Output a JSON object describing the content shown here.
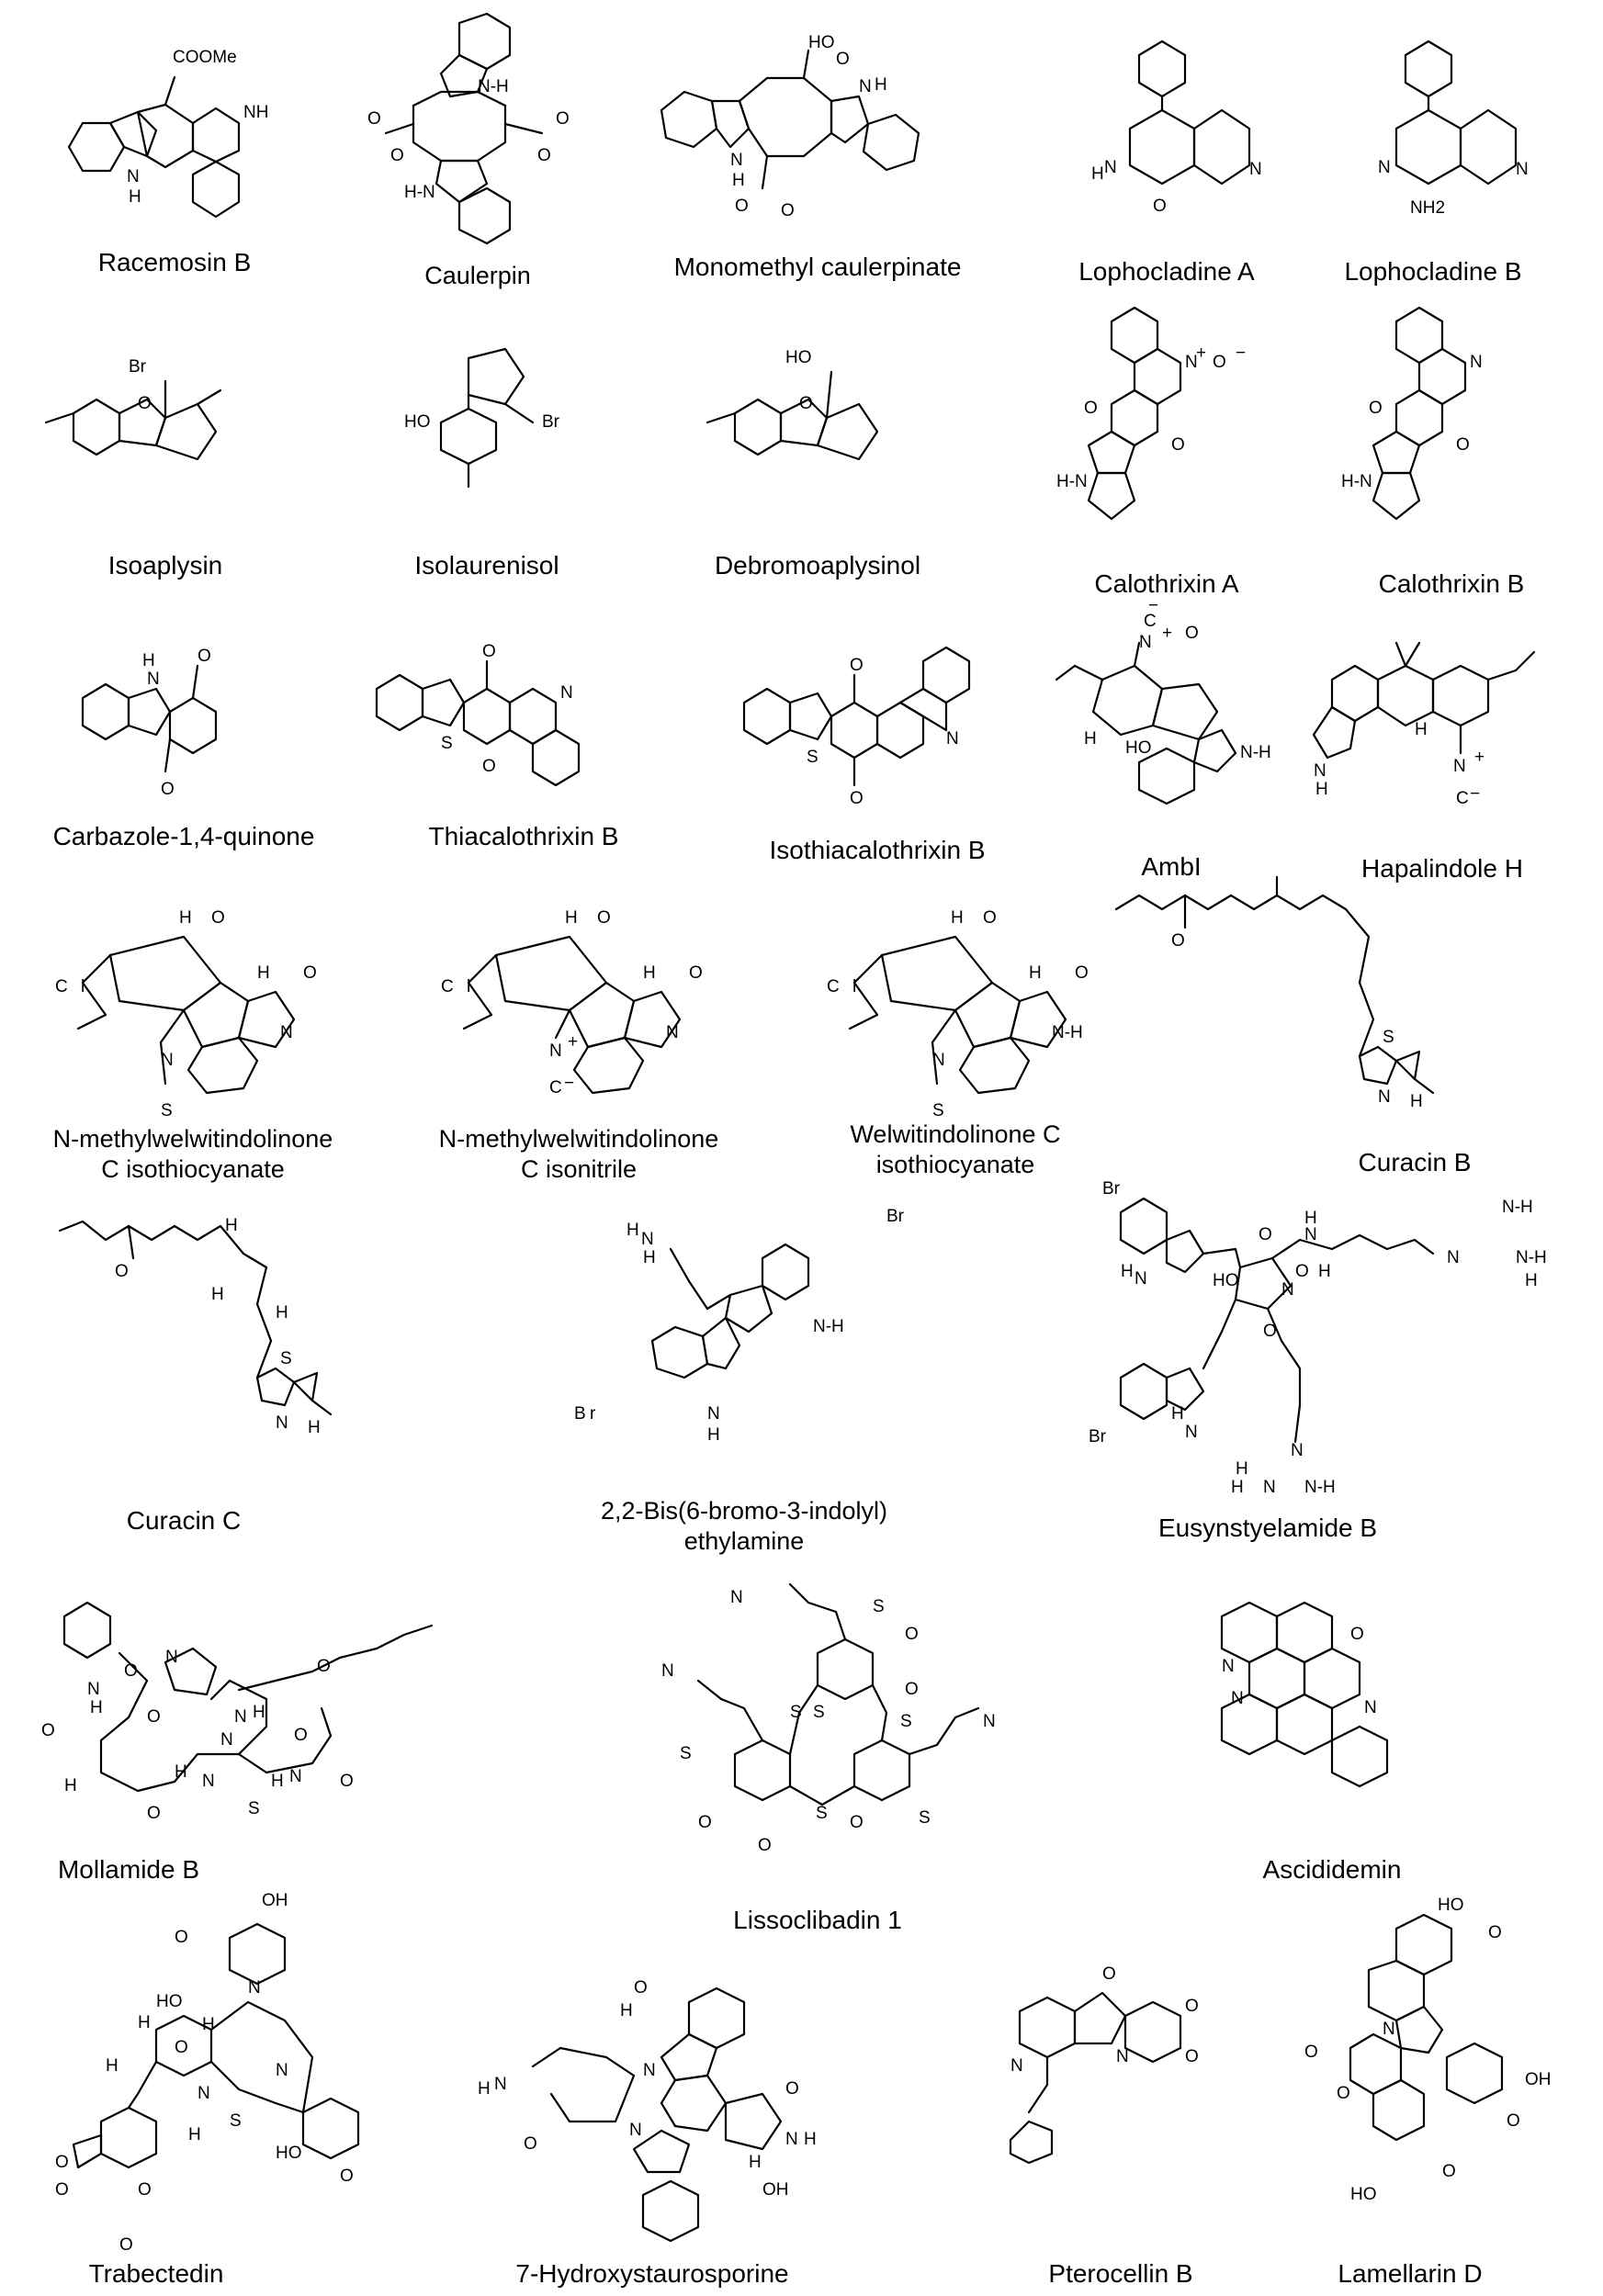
{
  "figure": {
    "compounds": [
      {
        "id": "racemosin-b",
        "name": "Racemosin B",
        "atoms": [
          "COOMe",
          "NH",
          "N",
          "H"
        ]
      },
      {
        "id": "caulerpin",
        "name": "Caulerpin",
        "atoms": [
          "N-H",
          "H-N",
          "O",
          "O",
          "O",
          "O"
        ]
      },
      {
        "id": "monomethyl-caulerpinate",
        "name": "Monomethyl caulerpinate",
        "atoms": [
          "HO",
          "O",
          "N",
          "H",
          "N",
          "H",
          "O",
          "O"
        ]
      },
      {
        "id": "lophocladine-a",
        "name": "Lophocladine A",
        "atoms": [
          "H",
          "N",
          "N",
          "O"
        ]
      },
      {
        "id": "lophocladine-b",
        "name": "Lophocladine B",
        "atoms": [
          "N",
          "N",
          "NH2"
        ]
      },
      {
        "id": "isoaplysin",
        "name": "Isoaplysin",
        "atoms": [
          "Br",
          "O"
        ]
      },
      {
        "id": "isolaurenisol",
        "name": "Isolaurenisol",
        "atoms": [
          "HO",
          "Br"
        ]
      },
      {
        "id": "debromoaplysinol",
        "name": "Debromoaplysinol",
        "atoms": [
          "HO",
          "O"
        ]
      },
      {
        "id": "calothrixin-a",
        "name": "Calothrixin A",
        "atoms": [
          "N",
          "+",
          "O",
          "−",
          "O",
          "O",
          "H-N"
        ]
      },
      {
        "id": "calothrixin-b",
        "name": "Calothrixin B",
        "atoms": [
          "N",
          "O",
          "O",
          "H-N"
        ]
      },
      {
        "id": "carbazole-quinone",
        "name": "Carbazole-1,4-quinone",
        "atoms": [
          "H",
          "N",
          "O",
          "O"
        ]
      },
      {
        "id": "thiacalothrixin-b",
        "name": "Thiacalothrixin B",
        "atoms": [
          "O",
          "N",
          "S",
          "O"
        ]
      },
      {
        "id": "isothiacalothrixin-b",
        "name": "Isothiacalothrixin B",
        "atoms": [
          "O",
          "N",
          "S",
          "O"
        ]
      },
      {
        "id": "ambi",
        "name": "AmbI",
        "atoms": [
          "−",
          "C",
          "N",
          "+",
          "O",
          "H",
          "HO",
          "N-H"
        ]
      },
      {
        "id": "hapalindole-h",
        "name": "Hapalindole H",
        "atoms": [
          "N",
          "H",
          "H",
          "N",
          "+",
          "C",
          "−"
        ]
      },
      {
        "id": "n-methylwelwitindolinone-c-isothiocyanate",
        "name_line1": "N-methylwelwitindolinone",
        "name_line2": "C isothiocyanate",
        "atoms": [
          "H",
          "O",
          "C",
          "l",
          "H",
          "O",
          "N",
          "N",
          "S"
        ]
      },
      {
        "id": "n-methylwelwitindolinone-c-isonitrile",
        "name_line1": "N-methylwelwitindolinone",
        "name_line2": "C isonitrile",
        "atoms": [
          "H",
          "O",
          "C",
          "l",
          "H",
          "O",
          "N",
          "N",
          "+",
          "C",
          "−"
        ]
      },
      {
        "id": "welwitindolinone-c-isothiocyanate",
        "name_line1": "Welwitindolinone C",
        "name_line2": "isothiocyanate",
        "atoms": [
          "H",
          "O",
          "C",
          "l",
          "H",
          "O",
          "N-H",
          "N",
          "S"
        ]
      },
      {
        "id": "curacin-b",
        "name": "Curacin B",
        "atoms": [
          "O",
          "S",
          "N",
          "H"
        ]
      },
      {
        "id": "curacin-c",
        "name": "Curacin C",
        "atoms": [
          "O",
          "H",
          "H",
          "H",
          "S",
          "N",
          "H"
        ]
      },
      {
        "id": "bis-bromoindolyl-ethylamine",
        "name_line1": "2,2-Bis(6-bromo-3-indolyl)",
        "name_line2": "ethylamine",
        "atoms": [
          "Br",
          "H",
          "N",
          "H",
          "N-H",
          "B",
          "r",
          "N",
          "H"
        ]
      },
      {
        "id": "eusynstyelamide-b",
        "name": "Eusynstyelamide B",
        "atoms": [
          "Br",
          "H",
          "N",
          "O",
          "N",
          "H",
          "N-H",
          "N",
          "N-H",
          "H",
          "HO",
          "O",
          "N",
          "O",
          "H",
          "Br",
          "H",
          "N",
          "N",
          "N",
          "H",
          "N-H",
          "H"
        ]
      },
      {
        "id": "mollamide-b",
        "name": "Mollamide B",
        "atoms": [
          "N",
          "H",
          "O",
          "N",
          "O",
          "O",
          "O",
          "N",
          "O",
          "H",
          "N",
          "H",
          "H",
          "O",
          "N",
          "S",
          "H",
          "N",
          "O"
        ]
      },
      {
        "id": "lissoclibadin-1",
        "name": "Lissoclibadin 1",
        "atoms": [
          "N",
          "S",
          "O",
          "N",
          "S",
          "S",
          "O",
          "S",
          "S",
          "N",
          "S",
          "O",
          "O",
          "O",
          "S"
        ]
      },
      {
        "id": "ascididemin",
        "name": "Ascididemin",
        "atoms": [
          "N",
          "O",
          "N",
          "N"
        ]
      },
      {
        "id": "trabectedin",
        "name": "Trabectedin",
        "atoms": [
          "OH",
          "O",
          "N",
          "HO",
          "H",
          "H",
          "O",
          "N",
          "S",
          "H",
          "N",
          "O",
          "O",
          "HO",
          "O",
          "O",
          "O",
          "H"
        ]
      },
      {
        "id": "hydroxystaurosporine",
        "name": "7-Hydroxystaurosporine",
        "atoms": [
          "H",
          "O",
          "N",
          "H",
          "N",
          "O",
          "N",
          "O",
          "N",
          "H",
          "H",
          "OH"
        ]
      },
      {
        "id": "pterocellin-b",
        "name": "Pterocellin B",
        "atoms": [
          "O",
          "N",
          "N",
          "O",
          "O"
        ]
      },
      {
        "id": "lamellarin-d",
        "name": "Lamellarin D",
        "atoms": [
          "HO",
          "O",
          "N",
          "O",
          "O",
          "OH",
          "O",
          "HO",
          "O"
        ]
      }
    ]
  }
}
